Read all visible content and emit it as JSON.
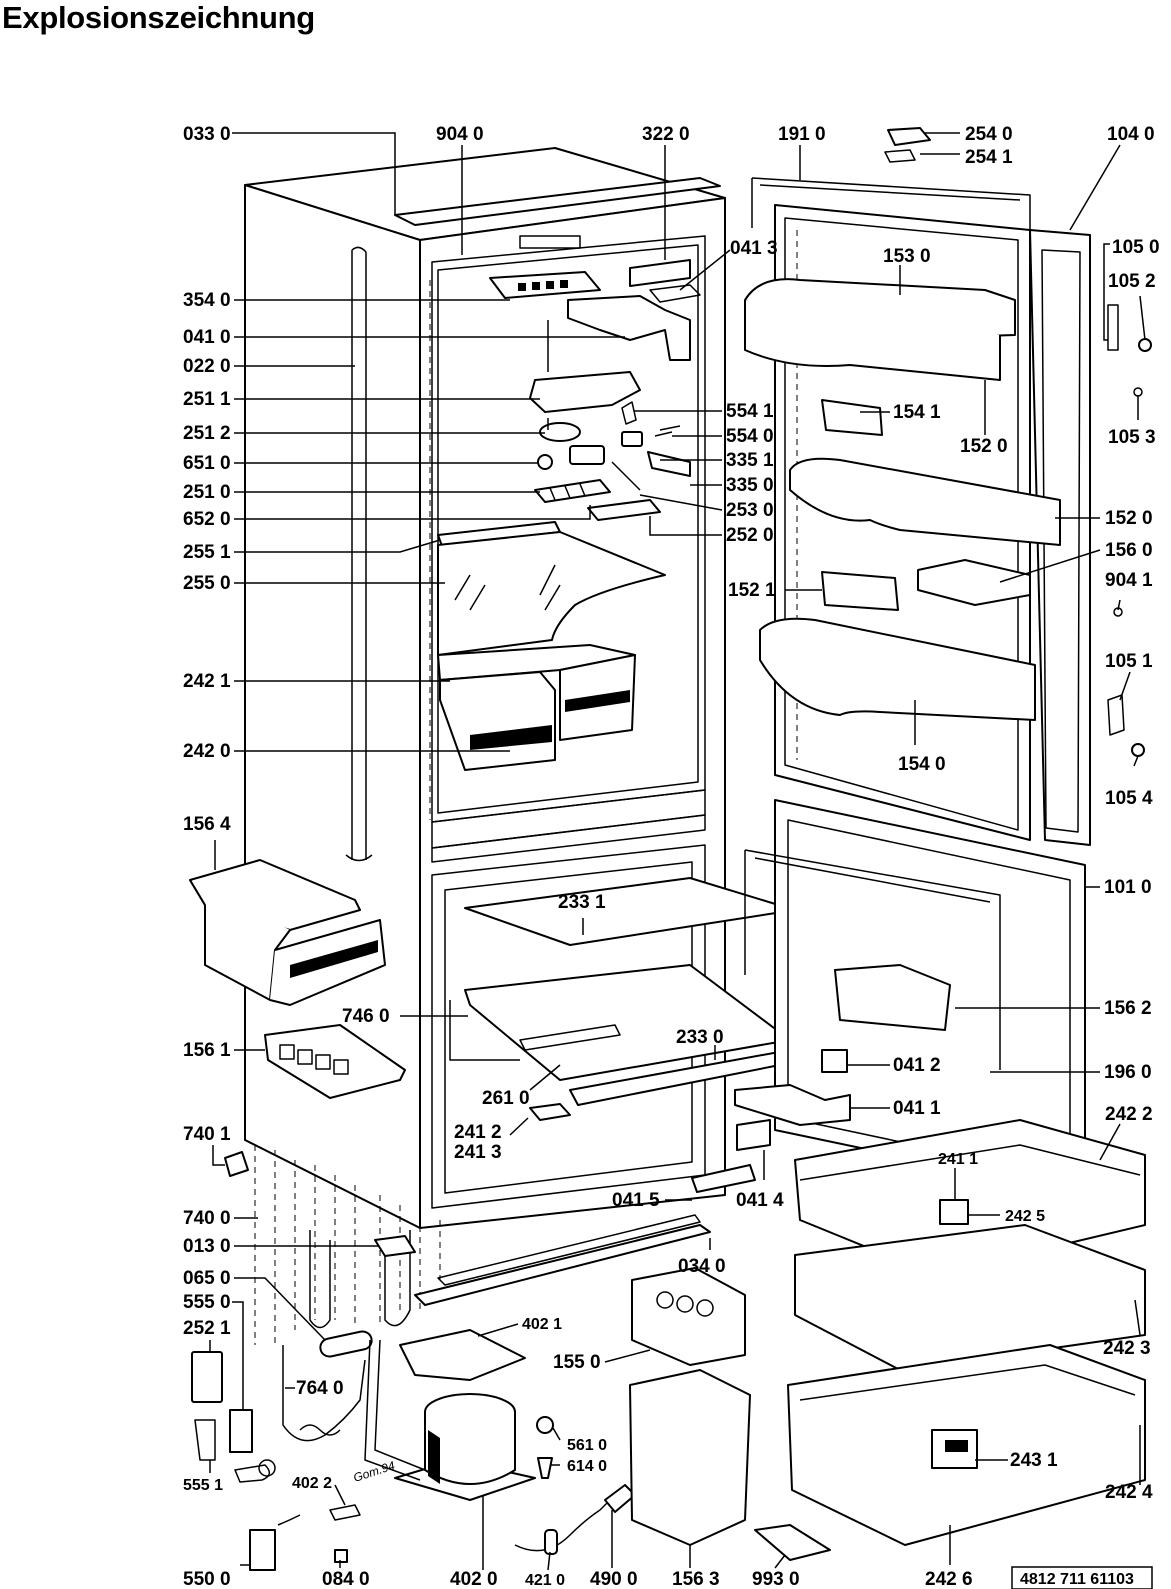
{
  "title": "Explosionszeichnung",
  "doc_number": "4812 711 61103",
  "handwritten_note": "Gom.94",
  "labels": {
    "p033_0": "033 0",
    "p904_0": "904 0",
    "p322_0": "322 0",
    "p191_0": "191 0",
    "p254_0": "254 0",
    "p254_1": "254 1",
    "p104_0": "104 0",
    "p105_0": "105 0",
    "p105_2": "105 2",
    "p105_3": "105 3",
    "p041_3": "041 3",
    "p153_0": "153 0",
    "p354_0": "354 0",
    "p041_0": "041 0",
    "p022_0": "022 0",
    "p251_1": "251 1",
    "p251_2": "251 2",
    "p651_0": "651 0",
    "p251_0": "251 0",
    "p652_0": "652 0",
    "p255_1": "255 1",
    "p255_0": "255 0",
    "p554_1": "554 1",
    "p554_0": "554 0",
    "p335_1": "335 1",
    "p335_0": "335 0",
    "p253_0": "253 0",
    "p252_0": "252 0",
    "p154_1": "154 1",
    "p152_0a": "152 0",
    "p152_0b": "152 0",
    "p156_0": "156 0",
    "p904_1": "904 1",
    "p152_1": "152 1",
    "p105_1": "105 1",
    "p242_1": "242 1",
    "p242_0": "242 0",
    "p154_0": "154 0",
    "p105_4": "105 4",
    "p156_4": "156 4",
    "p101_0": "101 0",
    "p233_1": "233 1",
    "p746_0": "746 0",
    "p156_2": "156 2",
    "p156_1": "156 1",
    "p233_0": "233 0",
    "p041_2": "041 2",
    "p196_0": "196 0",
    "p261_0": "261 0",
    "p041_1": "041 1",
    "p740_1": "740 1",
    "p241_2": "241 2",
    "p241_3": "241 3",
    "p242_2": "242 2",
    "p241_1": "241 1",
    "p242_5": "242 5",
    "p041_5": "041 5",
    "p041_4": "041 4",
    "p740_0": "740 0",
    "p013_0": "013 0",
    "p034_0": "034 0",
    "p065_0": "065 0",
    "p555_0": "555 0",
    "p252_1": "252 1",
    "p402_1": "402 1",
    "p155_0": "155 0",
    "p242_3": "242 3",
    "p764_0": "764 0",
    "p561_0": "561 0",
    "p614_0": "614 0",
    "p243_1": "243 1",
    "p555_1": "555 1",
    "p402_2": "402 2",
    "p242_4": "242 4",
    "p550_0": "550 0",
    "p084_0": "084 0",
    "p402_0": "402 0",
    "p421_0": "421 0",
    "p490_0": "490 0",
    "p156_3": "156 3",
    "p993_0": "993 0",
    "p242_6": "242 6"
  }
}
